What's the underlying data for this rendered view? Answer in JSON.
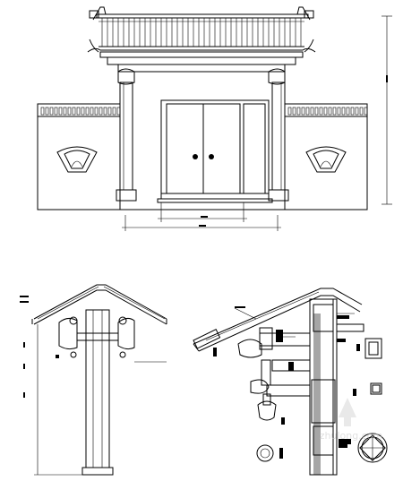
{
  "drawing": {
    "views": [
      {
        "id": "front-elevation"
      },
      {
        "id": "side-section"
      },
      {
        "id": "eave-detail"
      }
    ],
    "dimension_texts": {
      "door_width": "",
      "overall_width": ""
    },
    "watermark_text": "zhulong.com"
  }
}
